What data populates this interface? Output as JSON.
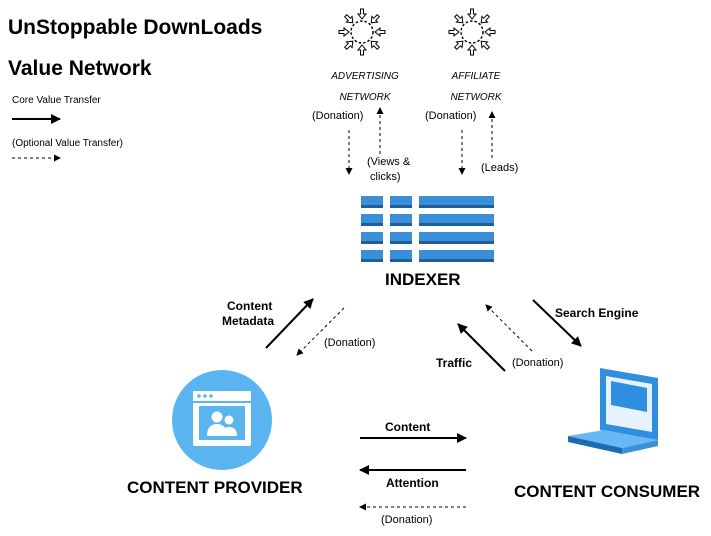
{
  "title": {
    "line1": "UnStoppable DownLoads",
    "line2": "Value Network"
  },
  "legend": {
    "core": "Core Value Transfer",
    "optional": "(Optional Value Transfer)"
  },
  "nodes": {
    "advertising": {
      "line1": "ADVERTISING",
      "line2": "NETWORK"
    },
    "affiliate": {
      "line1": "AFFILIATE",
      "line2": "NETWORK"
    },
    "indexer": "INDEXER",
    "provider": "CONTENT PROVIDER",
    "consumer": "CONTENT CONSUMER"
  },
  "edges": {
    "adv_donation": "(Donation)",
    "adv_views_1": "(Views &",
    "adv_views_2": "clicks)",
    "aff_donation": "(Donation)",
    "aff_leads": "(Leads)",
    "metadata_1": "Content",
    "metadata_2": "Metadata",
    "provider_donation": "(Donation)",
    "search_engine": "Search Engine",
    "traffic": "Traffic",
    "consumer_donation": "(Donation)",
    "content": "Content",
    "attention": "Attention",
    "bottom_donation": "(Donation)"
  },
  "colors": {
    "indexer_blue": "#3a8fd8",
    "provider_blue": "#5ab4f0",
    "consumer_blue": "#2f8ee0"
  }
}
